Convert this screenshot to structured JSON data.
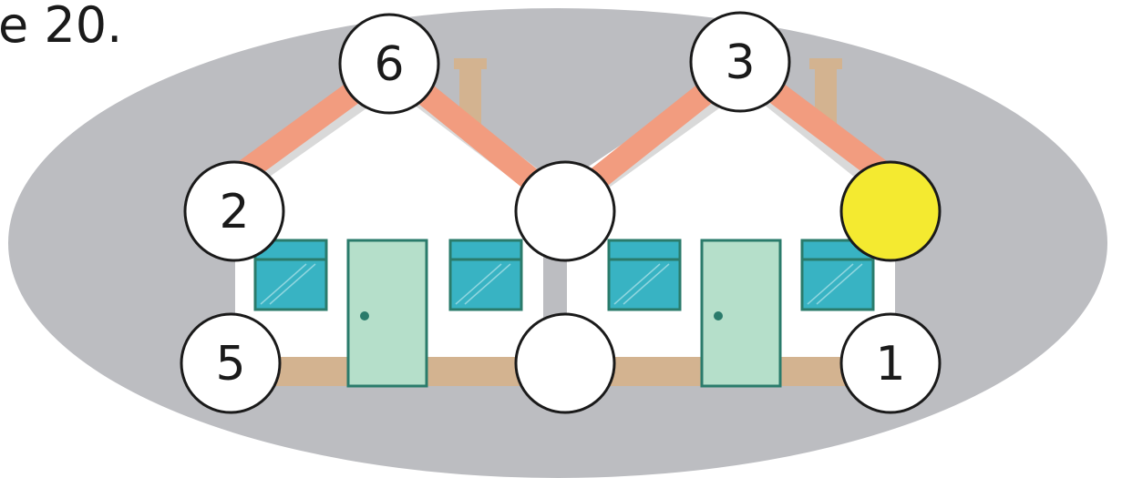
{
  "heading_fragment": "e 20.",
  "colors": {
    "ellipse": "#bcbdc1",
    "roof": "#f29c7f",
    "roof_shadow": "#d9d9d9",
    "chimney": "#d3b390",
    "house_wall": "#ffffff",
    "window_fill": "#38b3c3",
    "window_frame": "#2a7b6b",
    "door_fill": "#b5dfca",
    "door_frame": "#2a7b6b",
    "door_knob": "#2a7b6b",
    "base_strip": "#d3b390",
    "circle_fill": "#ffffff",
    "circle_stroke": "#1a1a1a",
    "highlight_circle": "#f4ea30"
  },
  "circles": [
    {
      "id": "left-bottom",
      "label": "5",
      "highlighted": false
    },
    {
      "id": "left-middle",
      "label": "2",
      "highlighted": false
    },
    {
      "id": "left-top",
      "label": "6",
      "highlighted": false
    },
    {
      "id": "center-middle",
      "label": "",
      "highlighted": false
    },
    {
      "id": "center-bottom",
      "label": "",
      "highlighted": false
    },
    {
      "id": "right-top",
      "label": "3",
      "highlighted": false
    },
    {
      "id": "right-middle",
      "label": "",
      "highlighted": true
    },
    {
      "id": "right-bottom",
      "label": "1",
      "highlighted": false
    }
  ]
}
